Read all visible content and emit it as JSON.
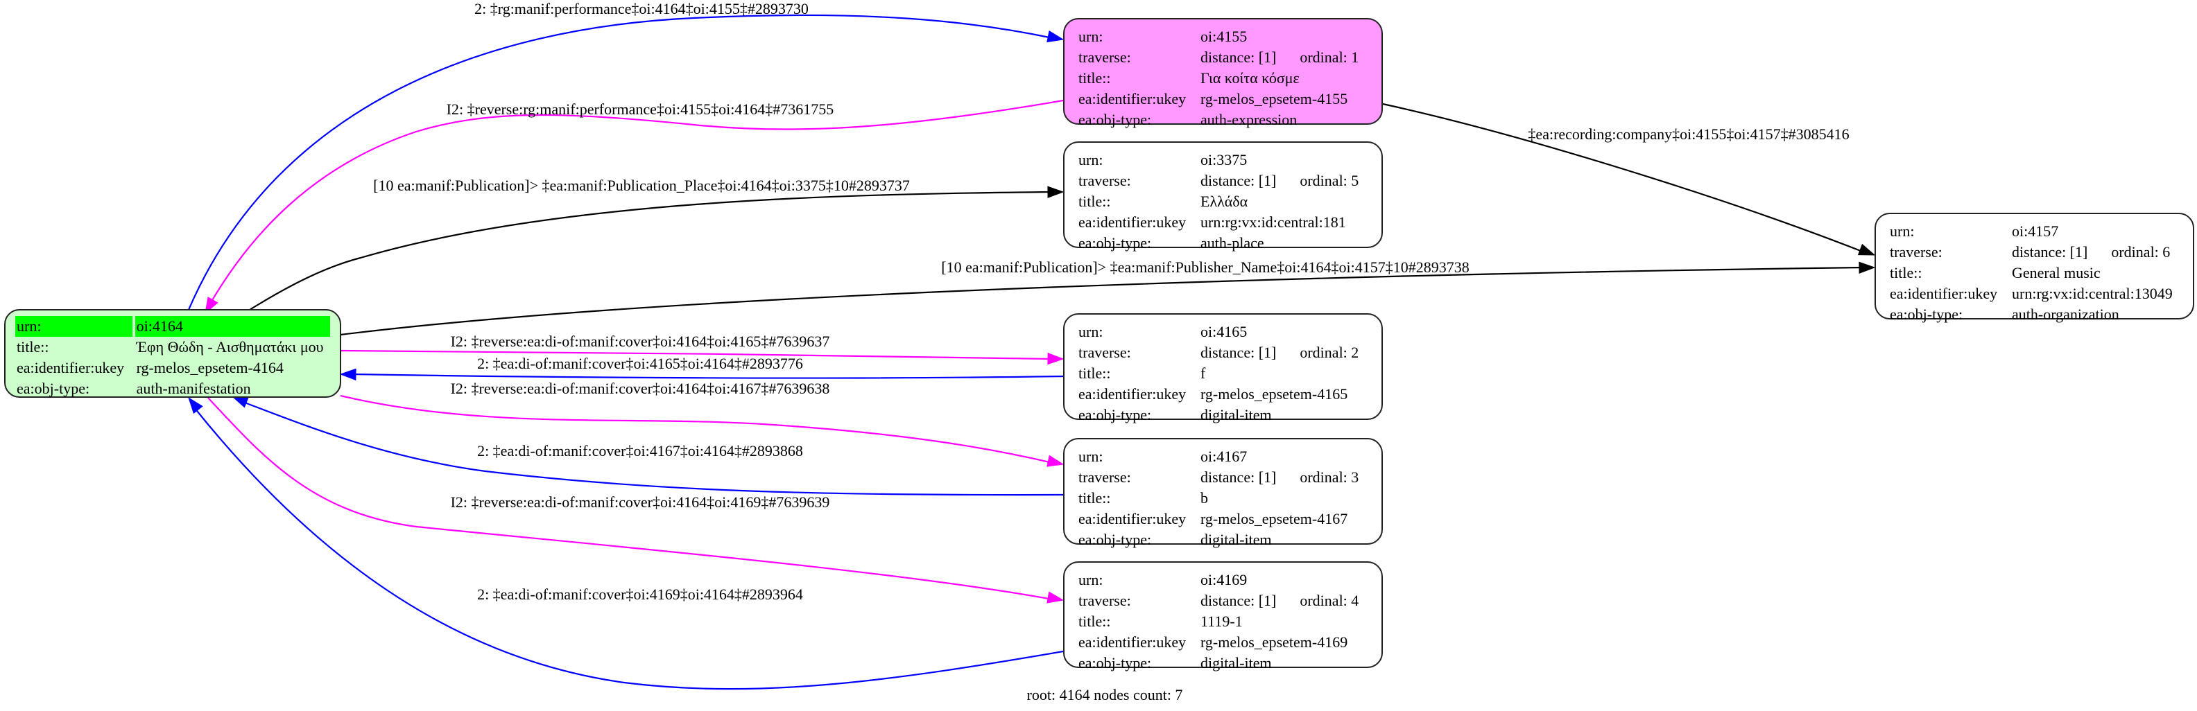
{
  "nodes": {
    "n4164": {
      "urn_label": "urn:",
      "urn": "oi:4164",
      "title_label": "title::",
      "title": "Έφη Θώδη - Αισθηματάκι μου",
      "ukey_label": "ea:identifier:ukey",
      "ukey": "rg-melos_epsetem-4164",
      "type_label": "ea:obj-type:",
      "type": "auth-manifestation",
      "fill": "#ccffcc",
      "highlight": "#00ff00"
    },
    "n4155": {
      "urn_label": "urn:",
      "urn": "oi:4155",
      "traverse_label": "traverse:",
      "distance": "distance: [1]",
      "ordinal": "ordinal: 1",
      "title_label": "title::",
      "title": "Για κοίτα κόσμε",
      "ukey_label": "ea:identifier:ukey",
      "ukey": "rg-melos_epsetem-4155",
      "type_label": "ea:obj-type:",
      "type": "auth-expression",
      "fill": "#ff99ff"
    },
    "n3375": {
      "urn_label": "urn:",
      "urn": "oi:3375",
      "traverse_label": "traverse:",
      "distance": "distance: [1]",
      "ordinal": "ordinal: 5",
      "title_label": "title::",
      "title": "Ελλάδα",
      "ukey_label": "ea:identifier:ukey",
      "ukey": "urn:rg:vx:id:central:181",
      "type_label": "ea:obj-type:",
      "type": "auth-place"
    },
    "n4157": {
      "urn_label": "urn:",
      "urn": "oi:4157",
      "traverse_label": "traverse:",
      "distance": "distance: [1]",
      "ordinal": "ordinal: 6",
      "title_label": "title::",
      "title": "General music",
      "ukey_label": "ea:identifier:ukey",
      "ukey": "urn:rg:vx:id:central:13049",
      "type_label": "ea:obj-type:",
      "type": "auth-organization"
    },
    "n4165": {
      "urn_label": "urn:",
      "urn": "oi:4165",
      "traverse_label": "traverse:",
      "distance": "distance: [1]",
      "ordinal": "ordinal: 2",
      "title_label": "title::",
      "title": "f",
      "ukey_label": "ea:identifier:ukey",
      "ukey": "rg-melos_epsetem-4165",
      "type_label": "ea:obj-type:",
      "type": "digital-item"
    },
    "n4167": {
      "urn_label": "urn:",
      "urn": "oi:4167",
      "traverse_label": "traverse:",
      "distance": "distance: [1]",
      "ordinal": "ordinal: 3",
      "title_label": "title::",
      "title": "b",
      "ukey_label": "ea:identifier:ukey",
      "ukey": "rg-melos_epsetem-4167",
      "type_label": "ea:obj-type:",
      "type": "digital-item"
    },
    "n4169": {
      "urn_label": "urn:",
      "urn": "oi:4169",
      "traverse_label": "traverse:",
      "distance": "distance: [1]",
      "ordinal": "ordinal: 4",
      "title_label": "title::",
      "title": "1119-1",
      "ukey_label": "ea:identifier:ukey",
      "ukey": "rg-melos_epsetem-4169",
      "type_label": "ea:obj-type:",
      "type": "digital-item"
    }
  },
  "edges": [
    {
      "label": "2: ‡rg:manif:performance‡oi:4164‡oi:4155‡#2893730",
      "color": "#0000ff",
      "from": "oi:4164",
      "to": "oi:4155"
    },
    {
      "label": "I2: ‡reverse:rg:manif:performance‡oi:4155‡oi:4164‡#7361755",
      "color": "#ff00ff",
      "from": "oi:4155",
      "to": "oi:4164"
    },
    {
      "label": "[10 ea:manif:Publication]> ‡ea:manif:Publication_Place‡oi:4164‡oi:3375‡10#2893737",
      "color": "#000000",
      "from": "oi:4164",
      "to": "oi:3375"
    },
    {
      "label": "‡ea:recording:company‡oi:4155‡oi:4157‡#3085416",
      "color": "#000000",
      "from": "oi:4155",
      "to": "oi:4157"
    },
    {
      "label": "[10 ea:manif:Publication]> ‡ea:manif:Publisher_Name‡oi:4164‡oi:4157‡10#2893738",
      "color": "#000000",
      "from": "oi:4164",
      "to": "oi:4157"
    },
    {
      "label": "I2: ‡reverse:ea:di-of:manif:cover‡oi:4164‡oi:4165‡#7639637",
      "color": "#ff00ff",
      "from": "oi:4164",
      "to": "oi:4165"
    },
    {
      "label": "2: ‡ea:di-of:manif:cover‡oi:4165‡oi:4164‡#2893776",
      "color": "#0000ff",
      "from": "oi:4165",
      "to": "oi:4164"
    },
    {
      "label": "I2: ‡reverse:ea:di-of:manif:cover‡oi:4164‡oi:4167‡#7639638",
      "color": "#ff00ff",
      "from": "oi:4164",
      "to": "oi:4167"
    },
    {
      "label": "2: ‡ea:di-of:manif:cover‡oi:4167‡oi:4164‡#2893868",
      "color": "#0000ff",
      "from": "oi:4167",
      "to": "oi:4164"
    },
    {
      "label": "I2: ‡reverse:ea:di-of:manif:cover‡oi:4164‡oi:4169‡#7639639",
      "color": "#ff00ff",
      "from": "oi:4164",
      "to": "oi:4169"
    },
    {
      "label": "2: ‡ea:di-of:manif:cover‡oi:4169‡oi:4164‡#2893964",
      "color": "#0000ff",
      "from": "oi:4169",
      "to": "oi:4164"
    }
  ],
  "footer": "root: 4164 nodes count: 7"
}
